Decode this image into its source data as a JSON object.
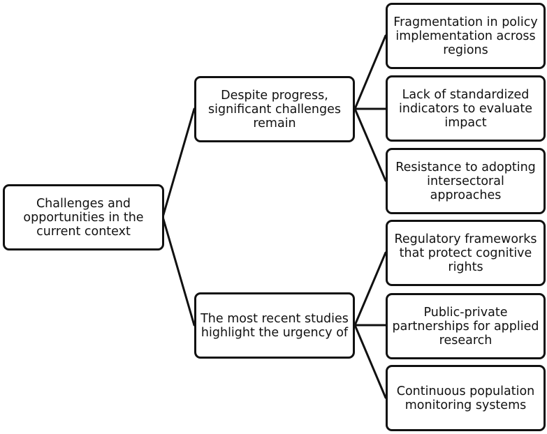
{
  "root": {
    "label": "Challenges and opportunities in the current context"
  },
  "branches": [
    {
      "label": "Despite progress, significant challenges remain",
      "children": [
        "Fragmentation in policy implementation across regions",
        "Lack of standardized indicators to evaluate impact",
        "Resistance to adopting intersectoral approaches"
      ]
    },
    {
      "label": "The most recent studies highlight the urgency of",
      "children": [
        "Regulatory frameworks that protect cognitive rights",
        "Public-private partnerships for applied research",
        "Continuous population monitoring systems"
      ]
    }
  ]
}
